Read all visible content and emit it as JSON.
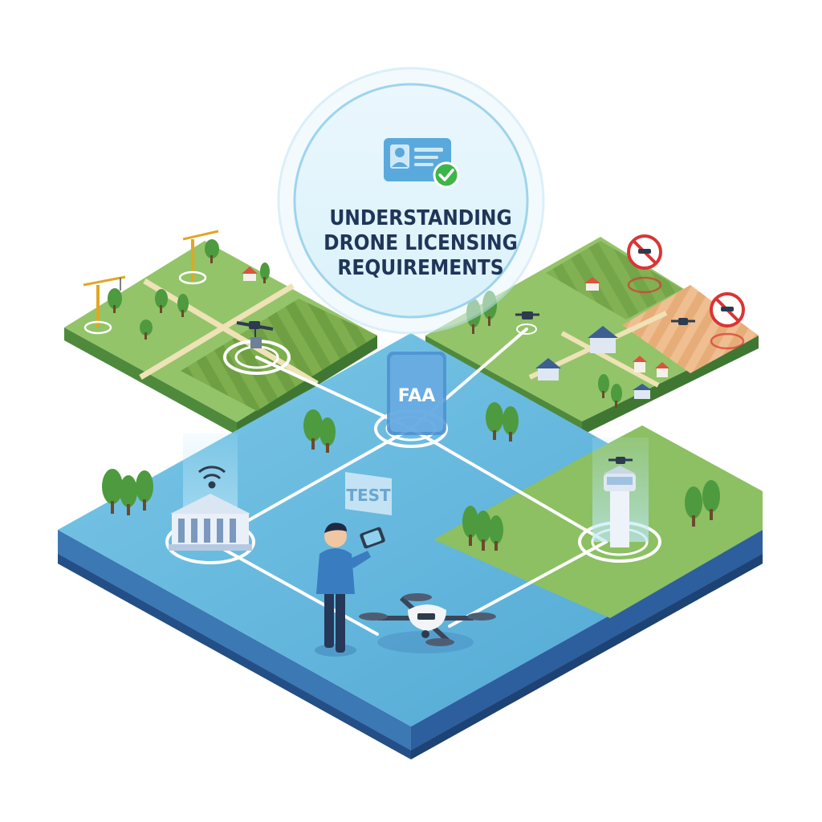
{
  "title": {
    "line1": "UNDERSTANDING",
    "line2": "DRONE LICENSING",
    "line3": "REQUIREMENTS"
  },
  "faa_card": {
    "label": "FAA"
  },
  "test_card": {
    "label": "TEST"
  },
  "icons": {
    "license_card": "id-card-icon",
    "check": "check-badge-icon",
    "government": "government-building-icon",
    "tower": "control-tower-icon",
    "no_drone": "no-drone-zone-icon",
    "signal": "wifi-signal-icon"
  },
  "colors": {
    "water_blue": "#5fb6dc",
    "deep_blue": "#2d5f9e",
    "grass": "#8cc063",
    "farmland": "#e9b483",
    "navy_text": "#1f3559",
    "no_zone_red": "#d93535",
    "check_green": "#3db54a"
  }
}
